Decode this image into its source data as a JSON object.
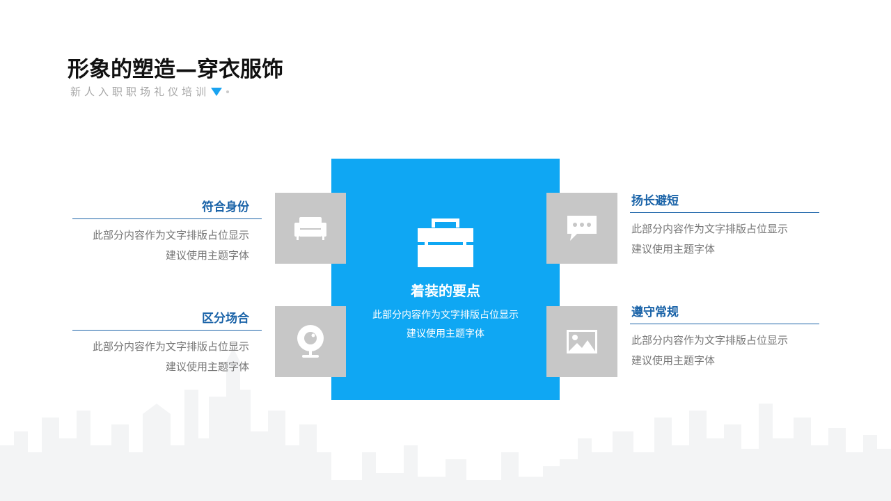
{
  "header": {
    "title": "形象的塑造—穿衣服饰",
    "subtitle": "新人入职职场礼仪培训"
  },
  "center": {
    "title": "着装的要点",
    "text_line1": "此部分内容作为文字排版占位显示",
    "text_line2": "建议使用主题字体",
    "icon": "briefcase-icon"
  },
  "items": [
    {
      "title": "符合身份",
      "line1": "此部分内容作为文字排版占位显示",
      "line2": "建议使用主题字体",
      "icon": "sofa-icon"
    },
    {
      "title": "区分场合",
      "line1": "此部分内容作为文字排版占位显示",
      "line2": "建议使用主题字体",
      "icon": "webcam-icon"
    },
    {
      "title": "扬长避短",
      "line1": "此部分内容作为文字排版占位显示",
      "line2": "建议使用主题字体",
      "icon": "chat-bubble-icon"
    },
    {
      "title": "遵守常规",
      "line1": "此部分内容作为文字排版占位显示",
      "line2": "建议使用主题字体",
      "icon": "image-icon"
    }
  ],
  "colors": {
    "accent": "#0fa7f3",
    "heading_blue": "#1a63a8",
    "icon_box_gray": "#c7c7c7",
    "body_text": "#767676"
  }
}
